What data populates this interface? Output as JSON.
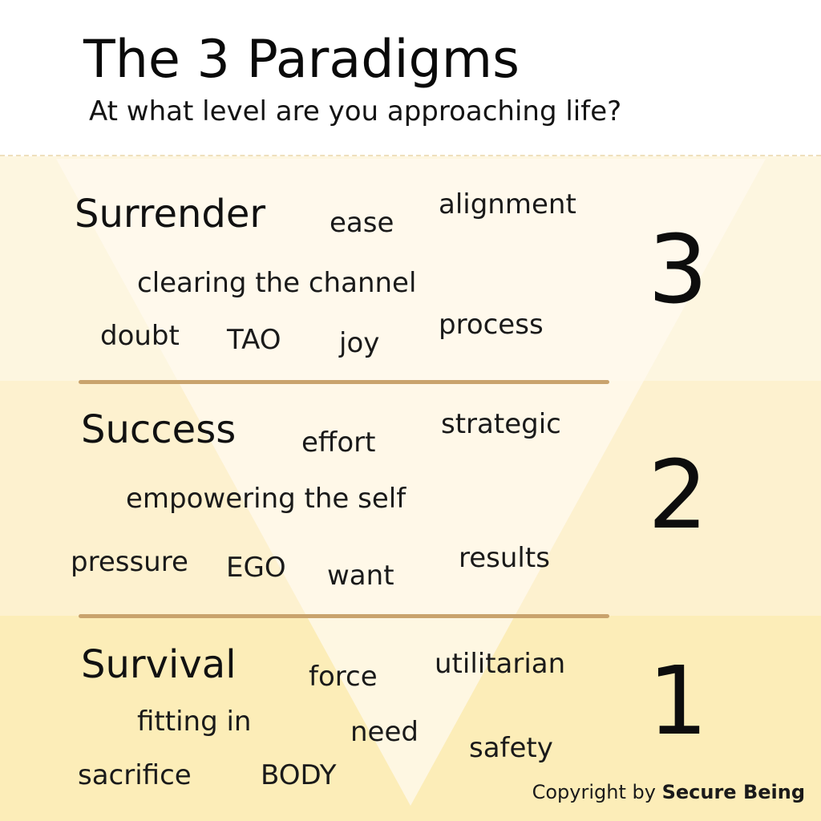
{
  "header": {
    "title": "The 3 Paradigms",
    "subtitle": "At what level are you approaching life?"
  },
  "levels": [
    {
      "number": "3",
      "name": "Surrender",
      "words": [
        "ease",
        "alignment",
        "clearing the channel",
        "doubt",
        "TAO",
        "joy",
        "process"
      ]
    },
    {
      "number": "2",
      "name": "Success",
      "words": [
        "effort",
        "strategic",
        "empowering the self",
        "pressure",
        "EGO",
        "want",
        "results"
      ]
    },
    {
      "number": "1",
      "name": "Survival",
      "words": [
        "force",
        "utilitarian",
        "fitting in",
        "need",
        "safety",
        "sacrifice",
        "BODY"
      ]
    }
  ],
  "footer": {
    "prefix": "Copyright by",
    "brand": "Secure Being"
  },
  "colors": {
    "band_level_3": "#fdf6e0",
    "band_level_2": "#fdf1cf",
    "band_level_1": "#fcedb8",
    "triangle": "#fffaf0",
    "divider": "#c9a36d"
  }
}
